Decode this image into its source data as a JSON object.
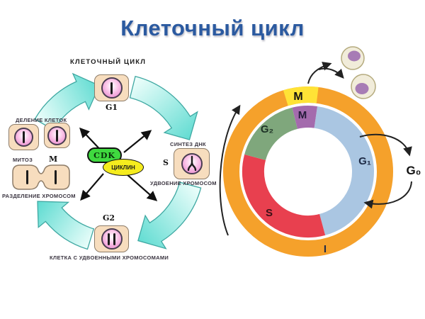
{
  "title": "Клеточный цикл",
  "left_diagram": {
    "heading": "КЛЕТОЧНЫЙ ЦИКЛ",
    "phases": {
      "g1": "G1",
      "g2": "G2",
      "m": "М",
      "s": "S"
    },
    "labels": {
      "cell_division": "ДЕЛЕНИЕ КЛЕТОК",
      "mitosis": "МИТОЗ",
      "chromosome_separation": "РАЗДЕЛЕНИЕ ХРОМОСОМ",
      "dna_synthesis": "СИНТЕЗ ДНК",
      "chromosome_doubling": "УДВОЕНИЕ ХРОМОСОМ",
      "doubled_cell": "КЛЕТКА С УДВОЕННЫМИ ХРОМОСОМАМИ",
      "cdk": "CDK",
      "cyclin": "ЦИКЛИН"
    }
  },
  "right_diagram": {
    "labels": {
      "m_outer": "M",
      "m_inner": "M",
      "g2": "G₂",
      "g1": "G₁",
      "s": "S",
      "i": "I",
      "g0": "G₀"
    },
    "colors": {
      "ring_orange": "#f5a12b",
      "wedge_yellow": "#ffe336",
      "seg_purple": "#a46bad",
      "seg_blue": "#aac6e2",
      "seg_red": "#e8404f",
      "seg_green": "#7fa77c",
      "cell_cream": "#f1ecda",
      "nucleus_purple": "#a77cb5"
    }
  },
  "colors": {
    "title_blue": "#2b5aa0",
    "cyan_arrow": "#62dcd2",
    "cdk_green": "#3fd93f",
    "cyclin_yellow": "#f5ec1e",
    "cell_tan": "#f7ddbe",
    "cell_pink": "#ef9cd6"
  }
}
